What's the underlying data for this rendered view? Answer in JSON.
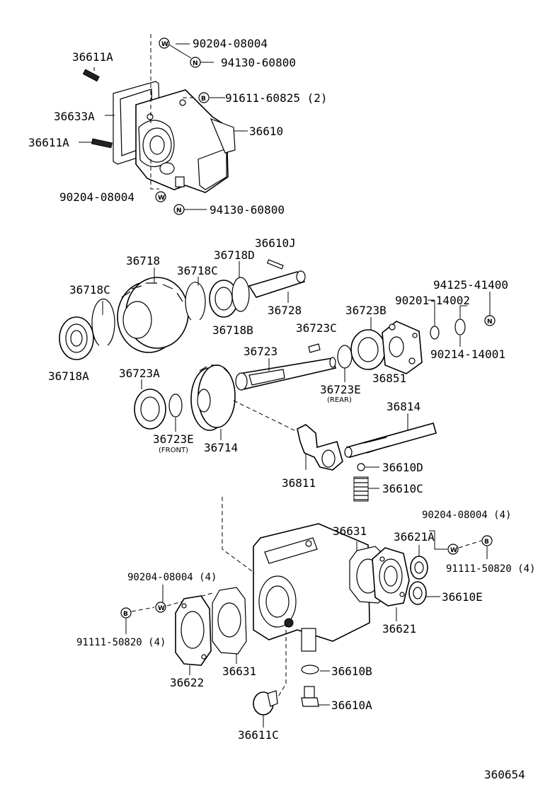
{
  "diagram_id": "360654",
  "parts": {
    "p36611A_top": "36611A",
    "p36633A": "36633A",
    "p36611A_mid": "36611A",
    "p90204_top": "90204-08004",
    "p94130_top": "94130-60800",
    "p91611": "91611-60825 (2)",
    "p36610": "36610",
    "p90204_mid": "90204-08004",
    "p94130_mid": "94130-60800",
    "p36718": "36718",
    "p36718D": "36718D",
    "p36610J": "36610J",
    "p36718C_a": "36718C",
    "p36718C_b": "36718C",
    "p36728": "36728",
    "p36718B": "36718B",
    "p36718A": "36718A",
    "p94125": "94125-41400",
    "p90201": "90201-14002",
    "p36723B": "36723B",
    "p36723C": "36723C",
    "p90214": "90214-14001",
    "p36723": "36723",
    "p36851": "36851",
    "p36723A": "36723A",
    "p36723E_rear": "36723E",
    "rear_note": "(REAR)",
    "p36814": "36814",
    "p36723E_front": "36723E",
    "front_note": "(FRONT)",
    "p36714": "36714",
    "p36610D": "36610D",
    "p36811": "36811",
    "p36610C": "36610C",
    "p90204_4_right": "90204-08004 (4)",
    "p36631_top": "36631",
    "p36621A": "36621A",
    "p91111_right": "91111-50820 (4)",
    "p90204_4_left": "90204-08004 (4)",
    "p36610E": "36610E",
    "p36621": "36621",
    "p91111_left": "91111-50820 (4)",
    "p36622": "36622",
    "p36631_bottom": "36631",
    "p36610B": "36610B",
    "p36610A": "36610A",
    "p36611C": "36611C"
  },
  "symbols": {
    "washer": "W",
    "nut": "N",
    "bolt": "B"
  }
}
